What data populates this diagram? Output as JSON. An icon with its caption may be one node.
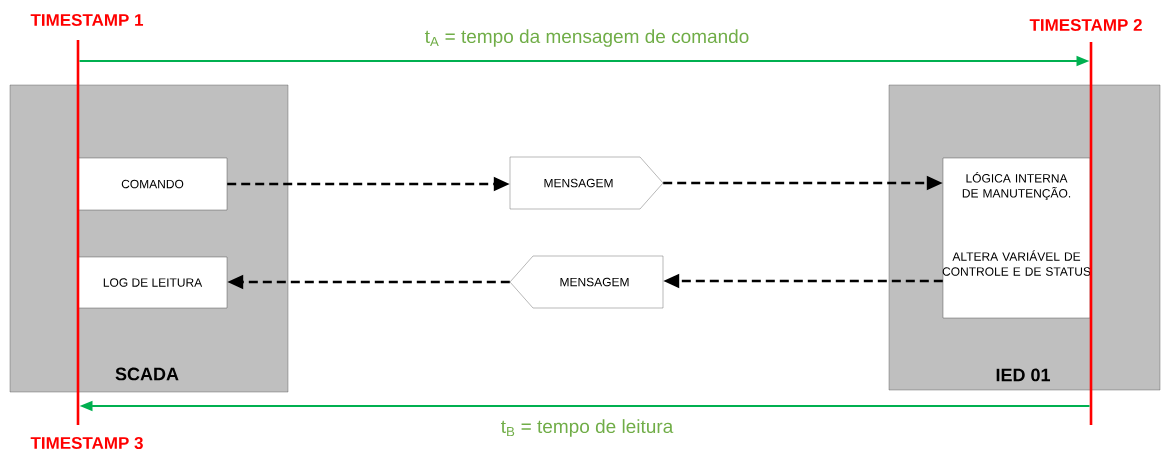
{
  "diagram": {
    "nodes": [
      {
        "text": [
          "SCADA"
        ]
      },
      {
        "text": [
          "COMANDO"
        ],
        "in": 0
      },
      {
        "text": [
          "LOG DE LEITURA"
        ],
        "in": 0
      },
      {
        "text": [
          "MENSAGEM"
        ]
      },
      {
        "text": [
          "MENSAGEM"
        ]
      },
      {
        "text": [
          "IED 01"
        ]
      },
      {
        "text": [
          "LÓGICA INTERNA DE MANUTENÇÃO.",
          "ALTERA VARIÁVEL DE CONTROLE E DE STATUS"
        ],
        "in": 5
      },
      {
        "text": [
          "TIMESTAMP 1",
          "TIMESTAMP 3"
        ]
      },
      {
        "text": [
          "TIMESTAMP 2"
        ]
      }
    ],
    "edges": [
      {
        "from": 1,
        "to": 3,
        "arrow": "to",
        "style": "dashed"
      },
      {
        "from": 3,
        "to": 6,
        "arrow": "to",
        "style": "dashed"
      },
      {
        "from": 6,
        "to": 4,
        "arrow": "to",
        "style": "dashed"
      },
      {
        "from": 4,
        "to": 2,
        "arrow": "to",
        "style": "dashed"
      },
      {
        "from": 7,
        "to": 8,
        "arrow": "to",
        "label": "t$_{A}$ = tempo da mensagem de comando",
        "color": "#00b050"
      },
      {
        "from": 8,
        "to": 7,
        "arrow": "to",
        "label": "t$_{B}$ = tempo de leitura",
        "color": "#00b050"
      }
    ]
  }
}
